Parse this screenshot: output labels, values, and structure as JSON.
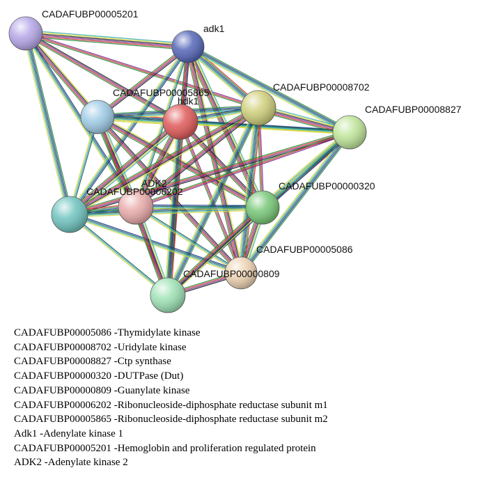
{
  "network": {
    "nodes": [
      {
        "id": "n5201",
        "label": "CADAFUBP00005201",
        "color": "#b6a6e8"
      },
      {
        "id": "adk1",
        "label": "adk1",
        "color": "#5566b8"
      },
      {
        "id": "n5865",
        "label": "CADAFUBP00005865",
        "color": "#9fcbe6"
      },
      {
        "id": "n6202",
        "label": "CADAFUBP00006202",
        "color": "#e05a5a"
      },
      {
        "id": "n8702",
        "label": "CADAFUBP00008702",
        "color": "#cfcf7a"
      },
      {
        "id": "n8827",
        "label": "CADAFUBP00008827",
        "color": "#bfe59a"
      },
      {
        "id": "nteal",
        "label": "",
        "color": "#6fc4bf"
      },
      {
        "id": "adk2",
        "label": "ADK2",
        "color": "#e9aaaa"
      },
      {
        "id": "n0320",
        "label": "CADAFUBP00000320",
        "color": "#77c777"
      },
      {
        "id": "n5086",
        "label": "CADAFUBP00005086",
        "color": "#ecd2b2"
      },
      {
        "id": "n0809",
        "label": "CADAFUBP00000809",
        "color": "#9ee2b5"
      }
    ],
    "overlap_label": "hdk1",
    "edge_colors": [
      "#1f5c5c",
      "#3bb0b0",
      "#d6d640",
      "#222222",
      "#7a2f8f",
      "#cc3333",
      "#2e8b3d",
      "#1a3a8a"
    ]
  },
  "legend": [
    "CADAFUBP00005086 -Thymidylate kinase",
    "CADAFUBP00008702 -Uridylate kinase",
    "CADAFUBP00008827 -Ctp synthase",
    "CADAFUBP00000320 -DUTPase (Dut)",
    "CADAFUBP00000809 -Guanylate kinase",
    "CADAFUBP00006202 -Ribonucleoside-diphosphate reductase subunit m1",
    "CADAFUBP00005865 -Ribonucleoside-diphosphate reductase subunit m2",
    "Adk1 -Adenylate kinase 1",
    "CADAFUBP00005201 -Hemoglobin and proliferation regulated protein",
    "ADK2 -Adenylate kinase 2"
  ]
}
